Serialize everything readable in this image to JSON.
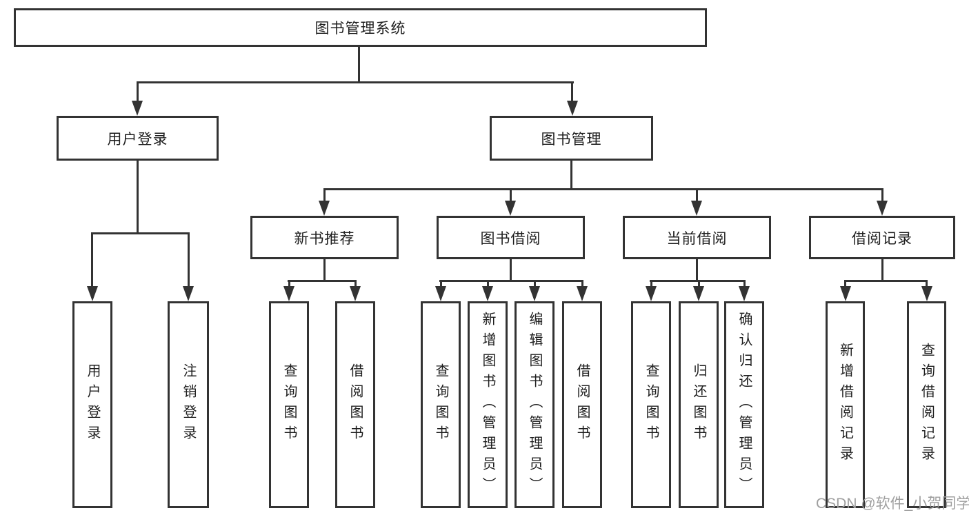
{
  "diagram": {
    "root": "图书管理系统",
    "branches": {
      "user_login": "用户登录",
      "book_mgmt": "图书管理"
    },
    "modules": {
      "new_books": "新书推荐",
      "book_borrow": "图书借阅",
      "current_borrow": "当前借阅",
      "borrow_records": "借阅记录"
    },
    "leaves": {
      "user_login": [
        "用户登录",
        "注销登录"
      ],
      "new_books": [
        "查询图书",
        "借阅图书"
      ],
      "book_borrow": [
        "查询图书",
        "新增图书（管理员）",
        "编辑图书（管理员）",
        "借阅图书"
      ],
      "current_borrow": [
        "查询图书",
        "归还图书",
        "确认归还（管理员）"
      ],
      "borrow_records": [
        "新增借阅记录",
        "查询借阅记录"
      ]
    },
    "colors": {
      "line": "#333333",
      "text": "#1e1e1e",
      "watermark": "#9f9f9f"
    },
    "watermark": "CSDN @软件_小贺同学"
  }
}
